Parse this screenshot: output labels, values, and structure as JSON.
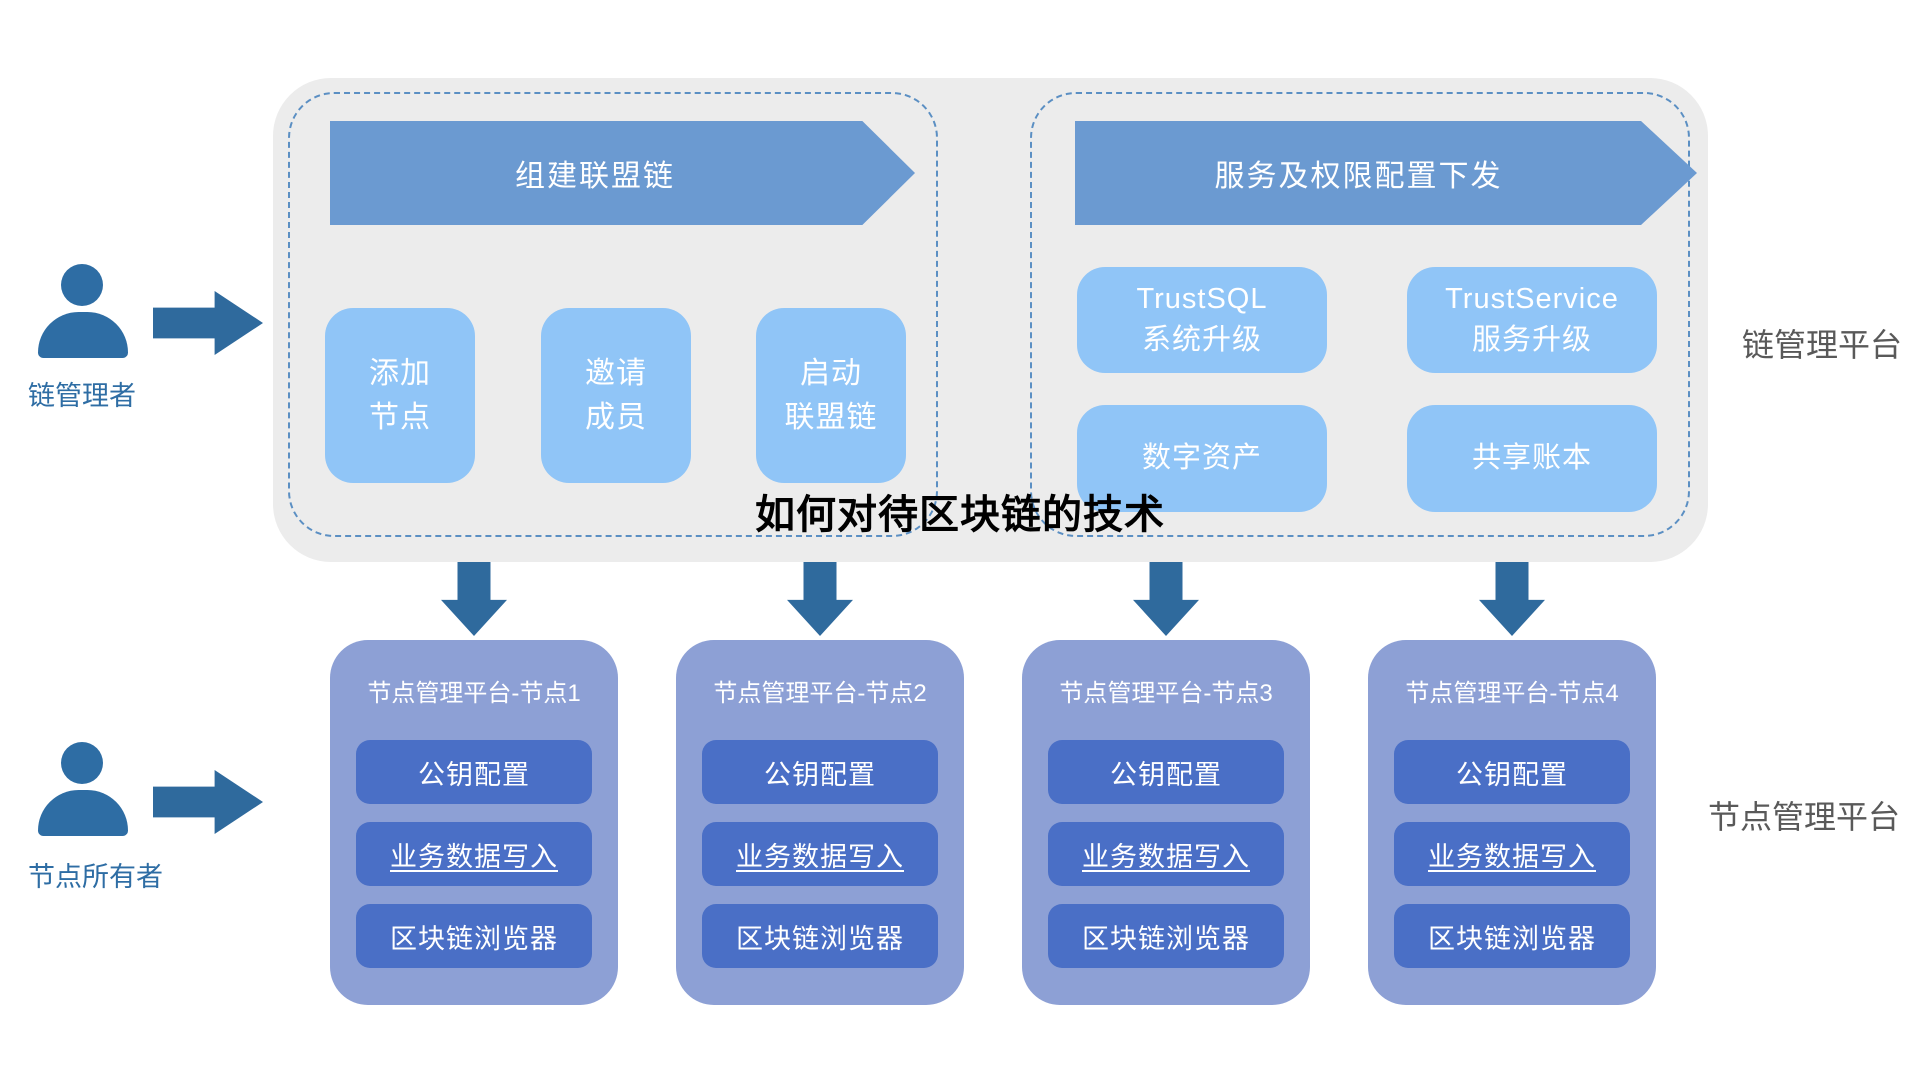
{
  "title": "如何对待区块链的技术",
  "actors": [
    {
      "label": "链管理者"
    },
    {
      "label": "节点所有者"
    }
  ],
  "chain_platform": {
    "label": "链管理平台",
    "build_group": {
      "banner": "组建联盟链",
      "items": [
        "添加\n节点",
        "邀请\n成员",
        "启动\n联盟链"
      ]
    },
    "config_group": {
      "banner": "服务及权限配置下发",
      "items": [
        "TrustSQL\n系统升级",
        "TrustService\n服务升级",
        "数字资产",
        "共享账本"
      ]
    }
  },
  "node_platform": {
    "label": "节点管理平台",
    "nodes": [
      {
        "title": "节点管理平台-节点1",
        "items": [
          "公钥配置",
          "业务数据写入",
          "区块链浏览器"
        ]
      },
      {
        "title": "节点管理平台-节点2",
        "items": [
          "公钥配置",
          "业务数据写入",
          "区块链浏览器"
        ]
      },
      {
        "title": "节点管理平台-节点3",
        "items": [
          "公钥配置",
          "业务数据写入",
          "区块链浏览器"
        ]
      },
      {
        "title": "节点管理平台-节点4",
        "items": [
          "公钥配置",
          "业务数据写入",
          "区块链浏览器"
        ]
      }
    ]
  },
  "colors": {
    "container_bg": "#ececec",
    "banner_blue": "#6b9ad1",
    "light_blue": "#90c5f7",
    "dashed_border": "#5b8fc3",
    "arrow_steel_blue": "#2f6a9d",
    "actor_blue": "#2e6da4",
    "node_outer": "#8da0d5",
    "node_inner": "#4a6fc6",
    "side_label_gray": "#595959",
    "title_black": "#000000"
  }
}
